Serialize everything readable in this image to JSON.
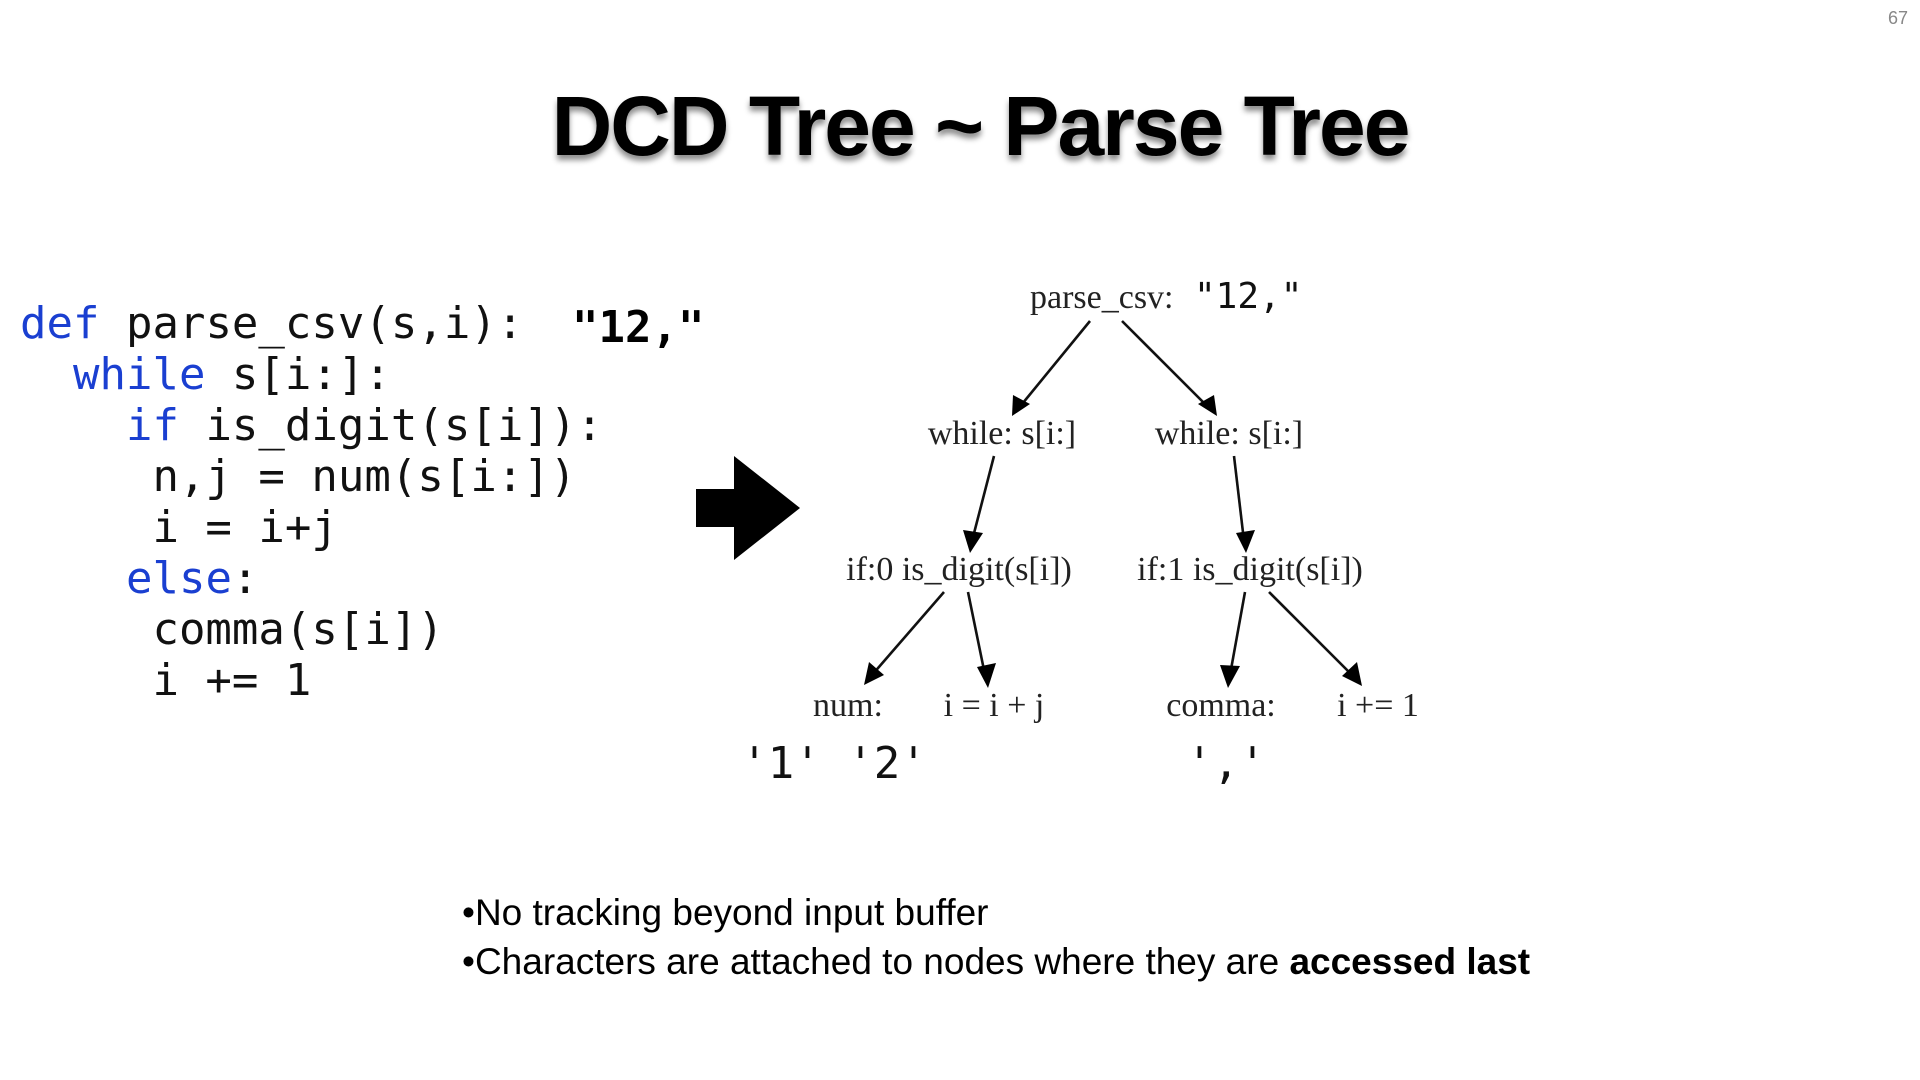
{
  "slide_number": "67",
  "title": "DCD Tree ~ Parse Tree",
  "code": {
    "line1": {
      "kw": "def",
      "rest": " parse_csv(s,i):"
    },
    "line2": {
      "kw": "while",
      "rest": " s[i:]:"
    },
    "line3": {
      "kw": "if",
      "rest": " is_digit(s[i]):"
    },
    "line4": {
      "text": "n,j = num(s[i:])"
    },
    "line5": {
      "text": "i = i+j"
    },
    "line6": {
      "kw": "else",
      "rest": ":"
    },
    "line7": {
      "text": "comma(s[i])"
    },
    "line8": {
      "text": "i += 1"
    }
  },
  "input_string": "\"12,\"",
  "tree": {
    "root": {
      "label": "parse_csv:",
      "value": "\"12,\""
    },
    "while_left": "while: s[i:]",
    "while_right": "while: s[i:]",
    "if_left": "if:0 is_digit(s[i])",
    "if_right": "if:1 is_digit(s[i])",
    "num": "num:",
    "assign": "i = i + j",
    "comma": "comma:",
    "increment": "i += 1",
    "num_chars": "'1' '2'",
    "comma_chars": "','"
  },
  "bullets": {
    "b1": "•No tracking beyond input buffer",
    "b2_prefix": "•Characters are attached to nodes where they are ",
    "b2_bold": "accessed last"
  }
}
